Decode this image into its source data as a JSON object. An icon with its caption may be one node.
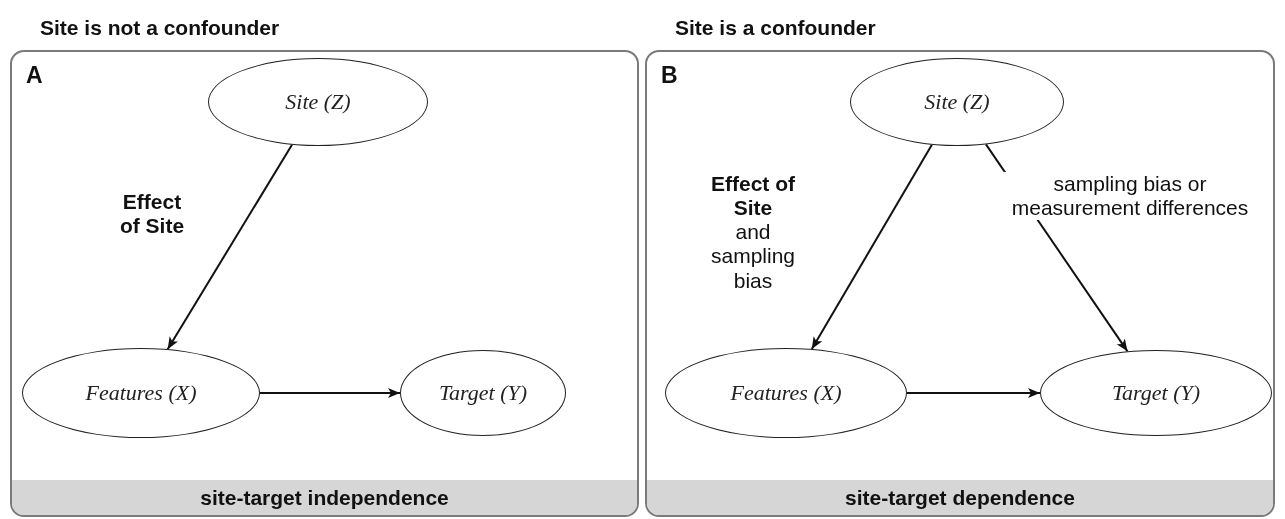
{
  "diagram": {
    "nodes": [
      {
        "text": [
          "Site is not a confounder",
          "A"
        ]
      },
      {
        "text": [
          "site-target independence"
        ],
        "in": 0
      },
      {
        "text": [
          "Site (Z)"
        ],
        "in": 0
      },
      {
        "text": [
          "Features (X)"
        ],
        "in": 0
      },
      {
        "text": [
          "Target (Y)"
        ],
        "in": 0
      },
      {
        "text": [
          "Site is a confounder",
          "B"
        ]
      },
      {
        "text": [
          "site-target dependence"
        ],
        "in": 5
      },
      {
        "text": [
          "Site (Z)"
        ],
        "in": 5
      },
      {
        "text": [
          "Features (X)"
        ],
        "in": 5
      },
      {
        "text": [
          "Target (Y)"
        ],
        "in": 5
      }
    ],
    "edges": [
      {
        "from": 2,
        "to": 3,
        "arrow": "to",
        "label": "Effect of Site"
      },
      {
        "from": 3,
        "to": 4,
        "arrow": "to"
      },
      {
        "from": 7,
        "to": 8,
        "arrow": "to",
        "label": "**Effect of Site** and sampling bias"
      },
      {
        "from": 7,
        "to": 9,
        "arrow": "to",
        "label": "sampling bias or measurement differences"
      },
      {
        "from": 8,
        "to": 9,
        "arrow": "to"
      }
    ]
  }
}
